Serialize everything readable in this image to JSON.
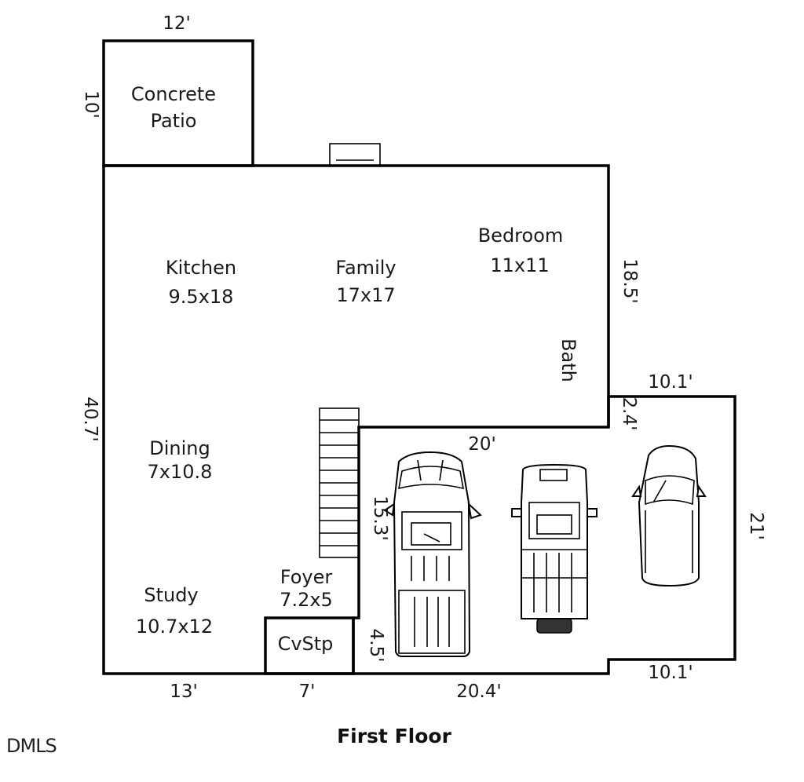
{
  "watermark": "DMLS",
  "floor_title": "First Floor",
  "rooms": {
    "patio_line1": "Concrete",
    "patio_line2": "Patio",
    "kitchen_name": "Kitchen",
    "kitchen_size": "9.5x18",
    "family_name": "Family",
    "family_size": "17x17",
    "bedroom_name": "Bedroom",
    "bedroom_size": "11x11",
    "bath_name": "Bath",
    "dining_name": "Dining",
    "dining_size": "7x10.8",
    "study_name": "Study",
    "study_size": "10.7x12",
    "foyer_name": "Foyer",
    "foyer_size": "7.2x5",
    "cvstp_name": "CvStp"
  },
  "dimensions": {
    "patio_width": "12'",
    "patio_depth": "10'",
    "house_right": "18.5'",
    "house_left": "40.7'",
    "garage_top": "10.1'",
    "garage_step": "2.4'",
    "garage_inner_width": "20'",
    "garage_depth": "15.3'",
    "garage_right": "21'",
    "garage_bottom": "10.1'",
    "foyer_step": "4.5'",
    "bottom_study": "13'",
    "bottom_foyer": "7'",
    "bottom_garage": "20.4'"
  }
}
